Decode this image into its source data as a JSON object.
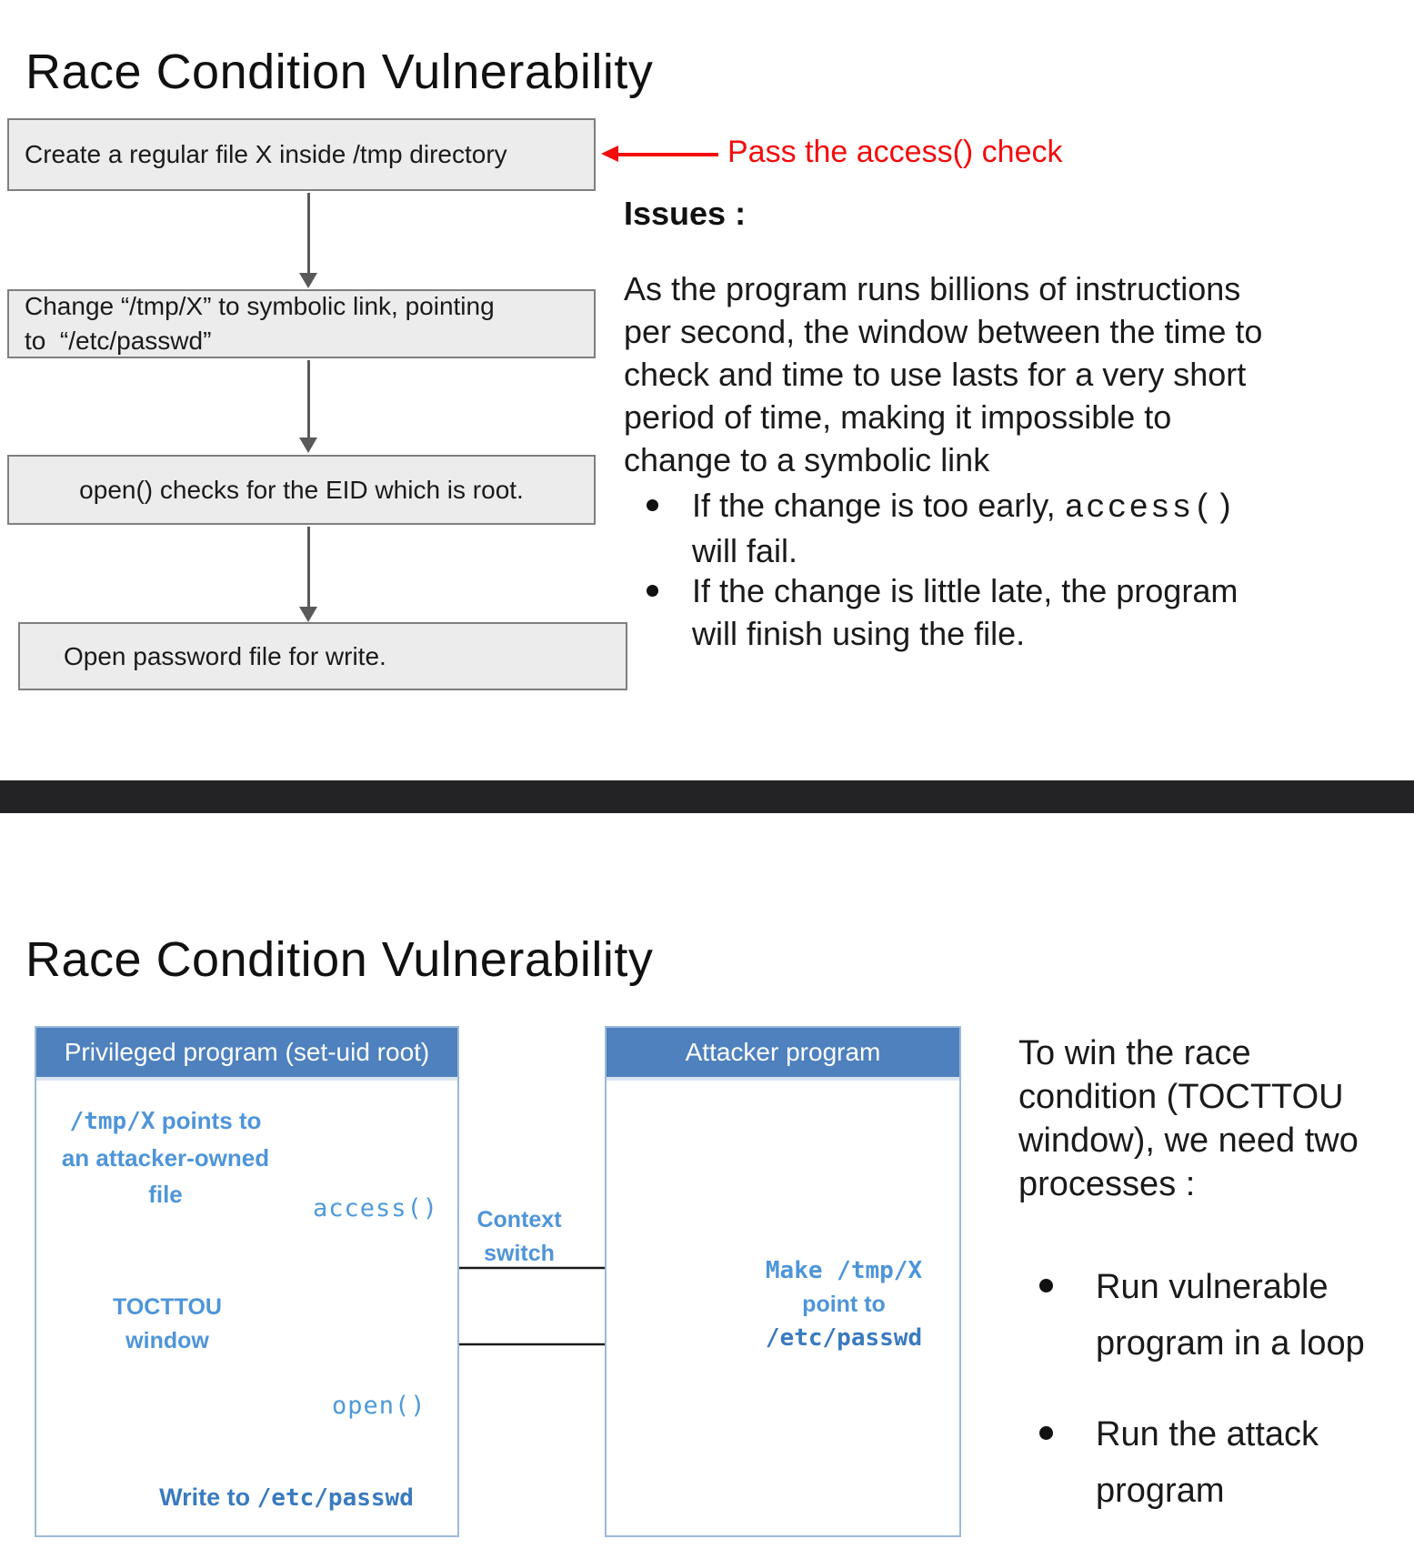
{
  "colors": {
    "annotation_red": "#f20d0d",
    "flow_box_fill": "#ececec",
    "flow_box_border": "#7f7f7f",
    "arrow_gray": "#5a5a5a",
    "header_blue": "#4e81bd",
    "diagram_blue_light": "#4e95d9",
    "diagram_blue_dark": "#3a7abf",
    "circle_blue": "#539bd5",
    "divider_dark": "#232326"
  },
  "slide1": {
    "title": "Race Condition Vulnerability",
    "flow": [
      {
        "text": "Create a regular file X inside /tmp directory"
      },
      {
        "lines": [
          "Change “/tmp/X” to symbolic link, pointing",
          "to  “/etc/passwd”"
        ]
      },
      {
        "text": "open() checks for the EID which is root."
      },
      {
        "text": "Open password file for write."
      }
    ],
    "annotation": "Pass the access() check",
    "issues_heading": "Issues :",
    "paragraph": [
      "As the program runs billions of instructions",
      "per second, the window between the time to",
      "check and time to use lasts for a very short",
      "period of time, making it impossible to",
      "change to a symbolic link"
    ],
    "bullet1": {
      "pre": "If the change is too early, ",
      "code": "access()",
      "line2": "will fail."
    },
    "bullet2": [
      "If the change is little late, the program",
      "will finish using the file."
    ]
  },
  "slide2": {
    "title": "Race Condition Vulnerability",
    "privileged_header": "Privileged program (set-uid root)",
    "attacker_header": "Attacker program",
    "tmp_label": {
      "code": "/tmp/X",
      "bold": "  points to",
      "line2": "an attacker-owned",
      "line3": "file"
    },
    "access_label": "access()",
    "open_label": "open()",
    "tocttou": [
      "TOCTTOU",
      "window"
    ],
    "context_switch": [
      "Context",
      "switch"
    ],
    "attacker_action": {
      "line1": "Make /tmp/X",
      "line2": "point to",
      "line3": "/etc/passwd"
    },
    "write_label": {
      "bold": "Write to ",
      "code": "/etc/passwd"
    },
    "right": {
      "intro": [
        "To win the race",
        "condition (TOCTTOU",
        "window), we need two",
        "processes :"
      ],
      "bullets": [
        [
          "Run vulnerable",
          "program in a loop"
        ],
        [
          "Run the attack",
          "program"
        ]
      ]
    }
  }
}
